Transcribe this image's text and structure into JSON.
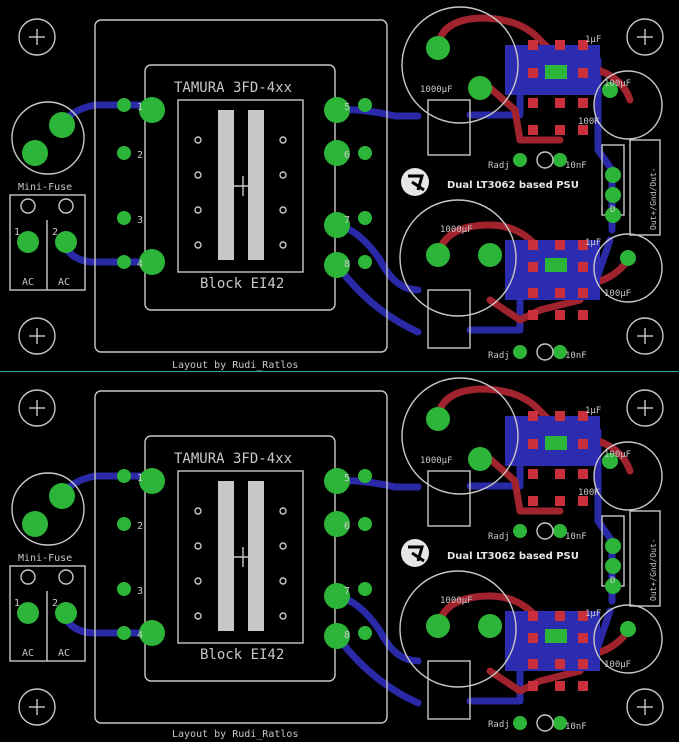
{
  "colors": {
    "background": "#000000",
    "silkscreen": "#c8c8c8",
    "pad": "#2db53a",
    "top_copper": "#a1232e",
    "bottom_copper": "#2a2aa8",
    "divider": "#2fa7a7"
  },
  "icons": {
    "mounting_hole": "crosshair-circle-icon",
    "logo": "rr-logo-icon"
  },
  "panels": [
    {
      "transformer_title": "TAMURA 3FD-4xx",
      "core_label": "Block EI42",
      "credit": "Layout by Rudi_Ratlos",
      "fuse_label": "Mini-Fuse",
      "terminal_numbers": [
        "1",
        "2"
      ],
      "terminal_labels": [
        "AC",
        "AC"
      ],
      "pin_numbers_left": [
        "1",
        "2",
        "3",
        "4"
      ],
      "pin_numbers_right": [
        "5",
        "6",
        "7",
        "8"
      ],
      "board_title": "Dual LT3062 based PSU",
      "cap_labels": [
        "1000µF",
        "1000µF",
        "100µF",
        "100µF"
      ],
      "small_labels": [
        "10nF",
        "10nF",
        "1µF",
        "1µF",
        "Radj",
        "Radj",
        "D"
      ],
      "resistor_label": "100K",
      "output_label": "Out+/Gnd/Out-"
    },
    {
      "transformer_title": "TAMURA 3FD-4xx",
      "core_label": "Block EI42",
      "credit": "Layout by Rudi_Ratlos",
      "fuse_label": "Mini-Fuse",
      "terminal_numbers": [
        "1",
        "2"
      ],
      "terminal_labels": [
        "AC",
        "AC"
      ],
      "pin_numbers_left": [
        "1",
        "2",
        "3",
        "4"
      ],
      "pin_numbers_right": [
        "5",
        "6",
        "7",
        "8"
      ],
      "board_title": "Dual LT3062 based PSU",
      "cap_labels": [
        "1000µF",
        "1000µF",
        "100µF",
        "100µF"
      ],
      "small_labels": [
        "10nF",
        "10nF",
        "1µF",
        "1µF",
        "Radj",
        "Radj",
        "D"
      ],
      "resistor_label": "100K",
      "output_label": "Out+/Gnd/Out-"
    }
  ]
}
